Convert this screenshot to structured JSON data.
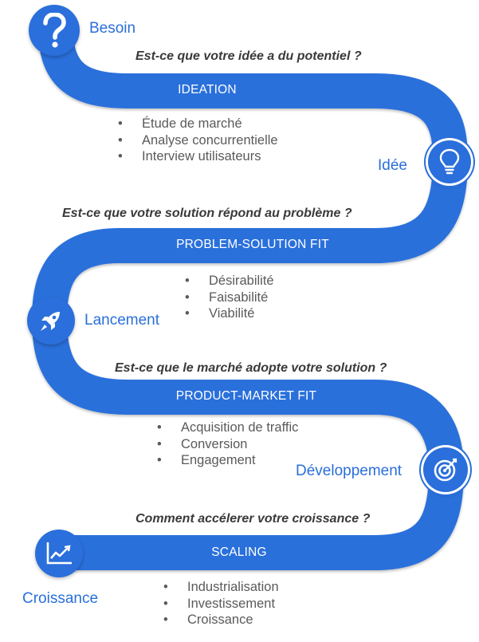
{
  "milestones": {
    "besoin": "Besoin",
    "idee": "Idée",
    "lancement": "Lancement",
    "developpement": "Développement",
    "croissance": "Croissance"
  },
  "stages": [
    {
      "question": "Est-ce que votre idée a du potentiel ?",
      "title": "IDEATION",
      "bullets": [
        "Étude de marché",
        "Analyse concurrentielle",
        "Interview utilisateurs"
      ]
    },
    {
      "question": "Est-ce que votre solution répond au problème ?",
      "title": "PROBLEM-SOLUTION FIT",
      "bullets": [
        "Désirabilité",
        "Faisabilité",
        "Viabilité"
      ]
    },
    {
      "question": "Est-ce que le marché adopte votre solution ?",
      "title": "PRODUCT-MARKET FIT",
      "bullets": [
        "Acquisition de traffic",
        "Conversion",
        "Engagement"
      ]
    },
    {
      "question": "Comment accélerer votre croissance ?",
      "title": "SCALING",
      "bullets": [
        "Industrialisation",
        "Investissement",
        "Croissance"
      ]
    }
  ],
  "icons": [
    "question-icon",
    "lightbulb-icon",
    "rocket-icon",
    "target-icon",
    "chart-icon"
  ],
  "colors": {
    "accent": "#2a6fdb",
    "question_text": "#3a3a3a",
    "bullet_text": "#5a5a5a"
  }
}
